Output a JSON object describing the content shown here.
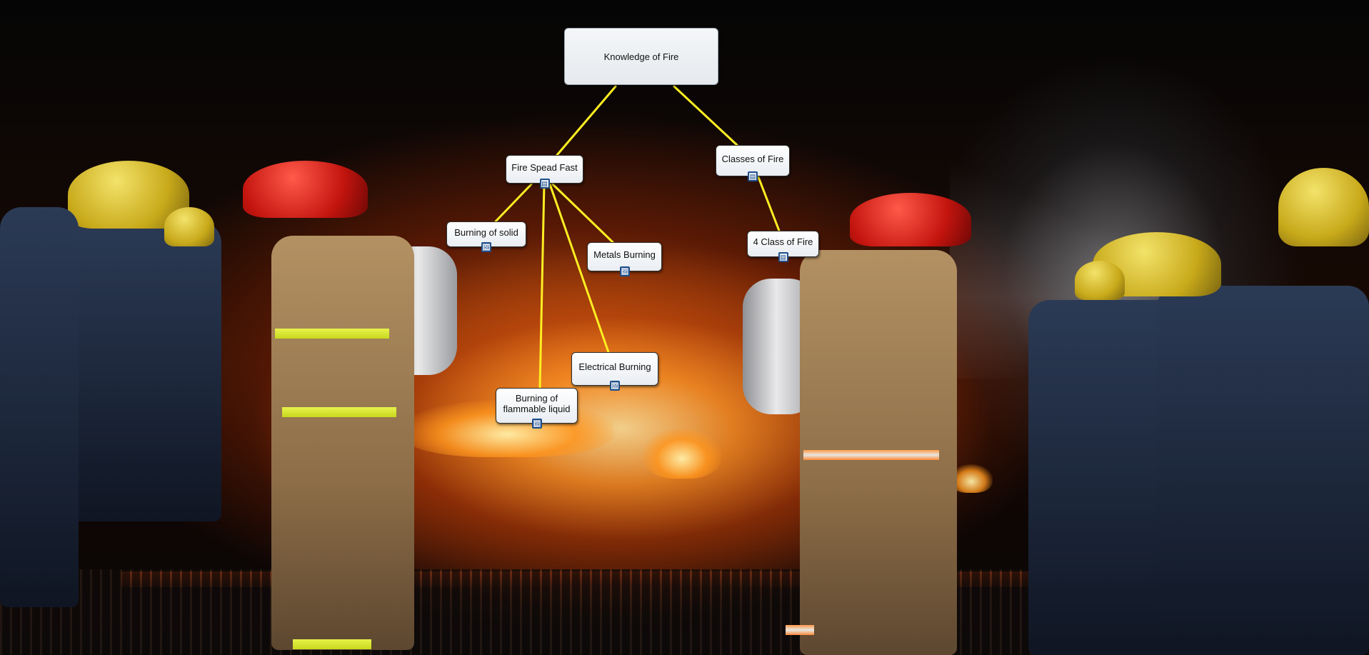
{
  "colors": {
    "link_line": "#ffee22",
    "node_fill": "#f2f4f7",
    "node_border": "#2e2e2e",
    "icon_border": "#1f4f8a"
  },
  "icons": {
    "image": "🖼",
    "document": "▤"
  },
  "concept_map": {
    "root": {
      "label": "Knowledge of Fire"
    },
    "nodes": [
      {
        "label": "Fire Spead Fast",
        "icon": "document-icon"
      },
      {
        "label": "Classes of Fire",
        "icon": "document-icon"
      },
      {
        "label": "Burning of solid",
        "icon": "image-icon"
      },
      {
        "label": "Metals Burning",
        "icon": "image-icon"
      },
      {
        "label": "4 Class of Fire",
        "icon": "document-icon"
      },
      {
        "label": "Electrical Burning",
        "icon": "image-icon"
      },
      {
        "label": "Burning of\nflammable liquid",
        "icon": "image-icon"
      }
    ]
  }
}
